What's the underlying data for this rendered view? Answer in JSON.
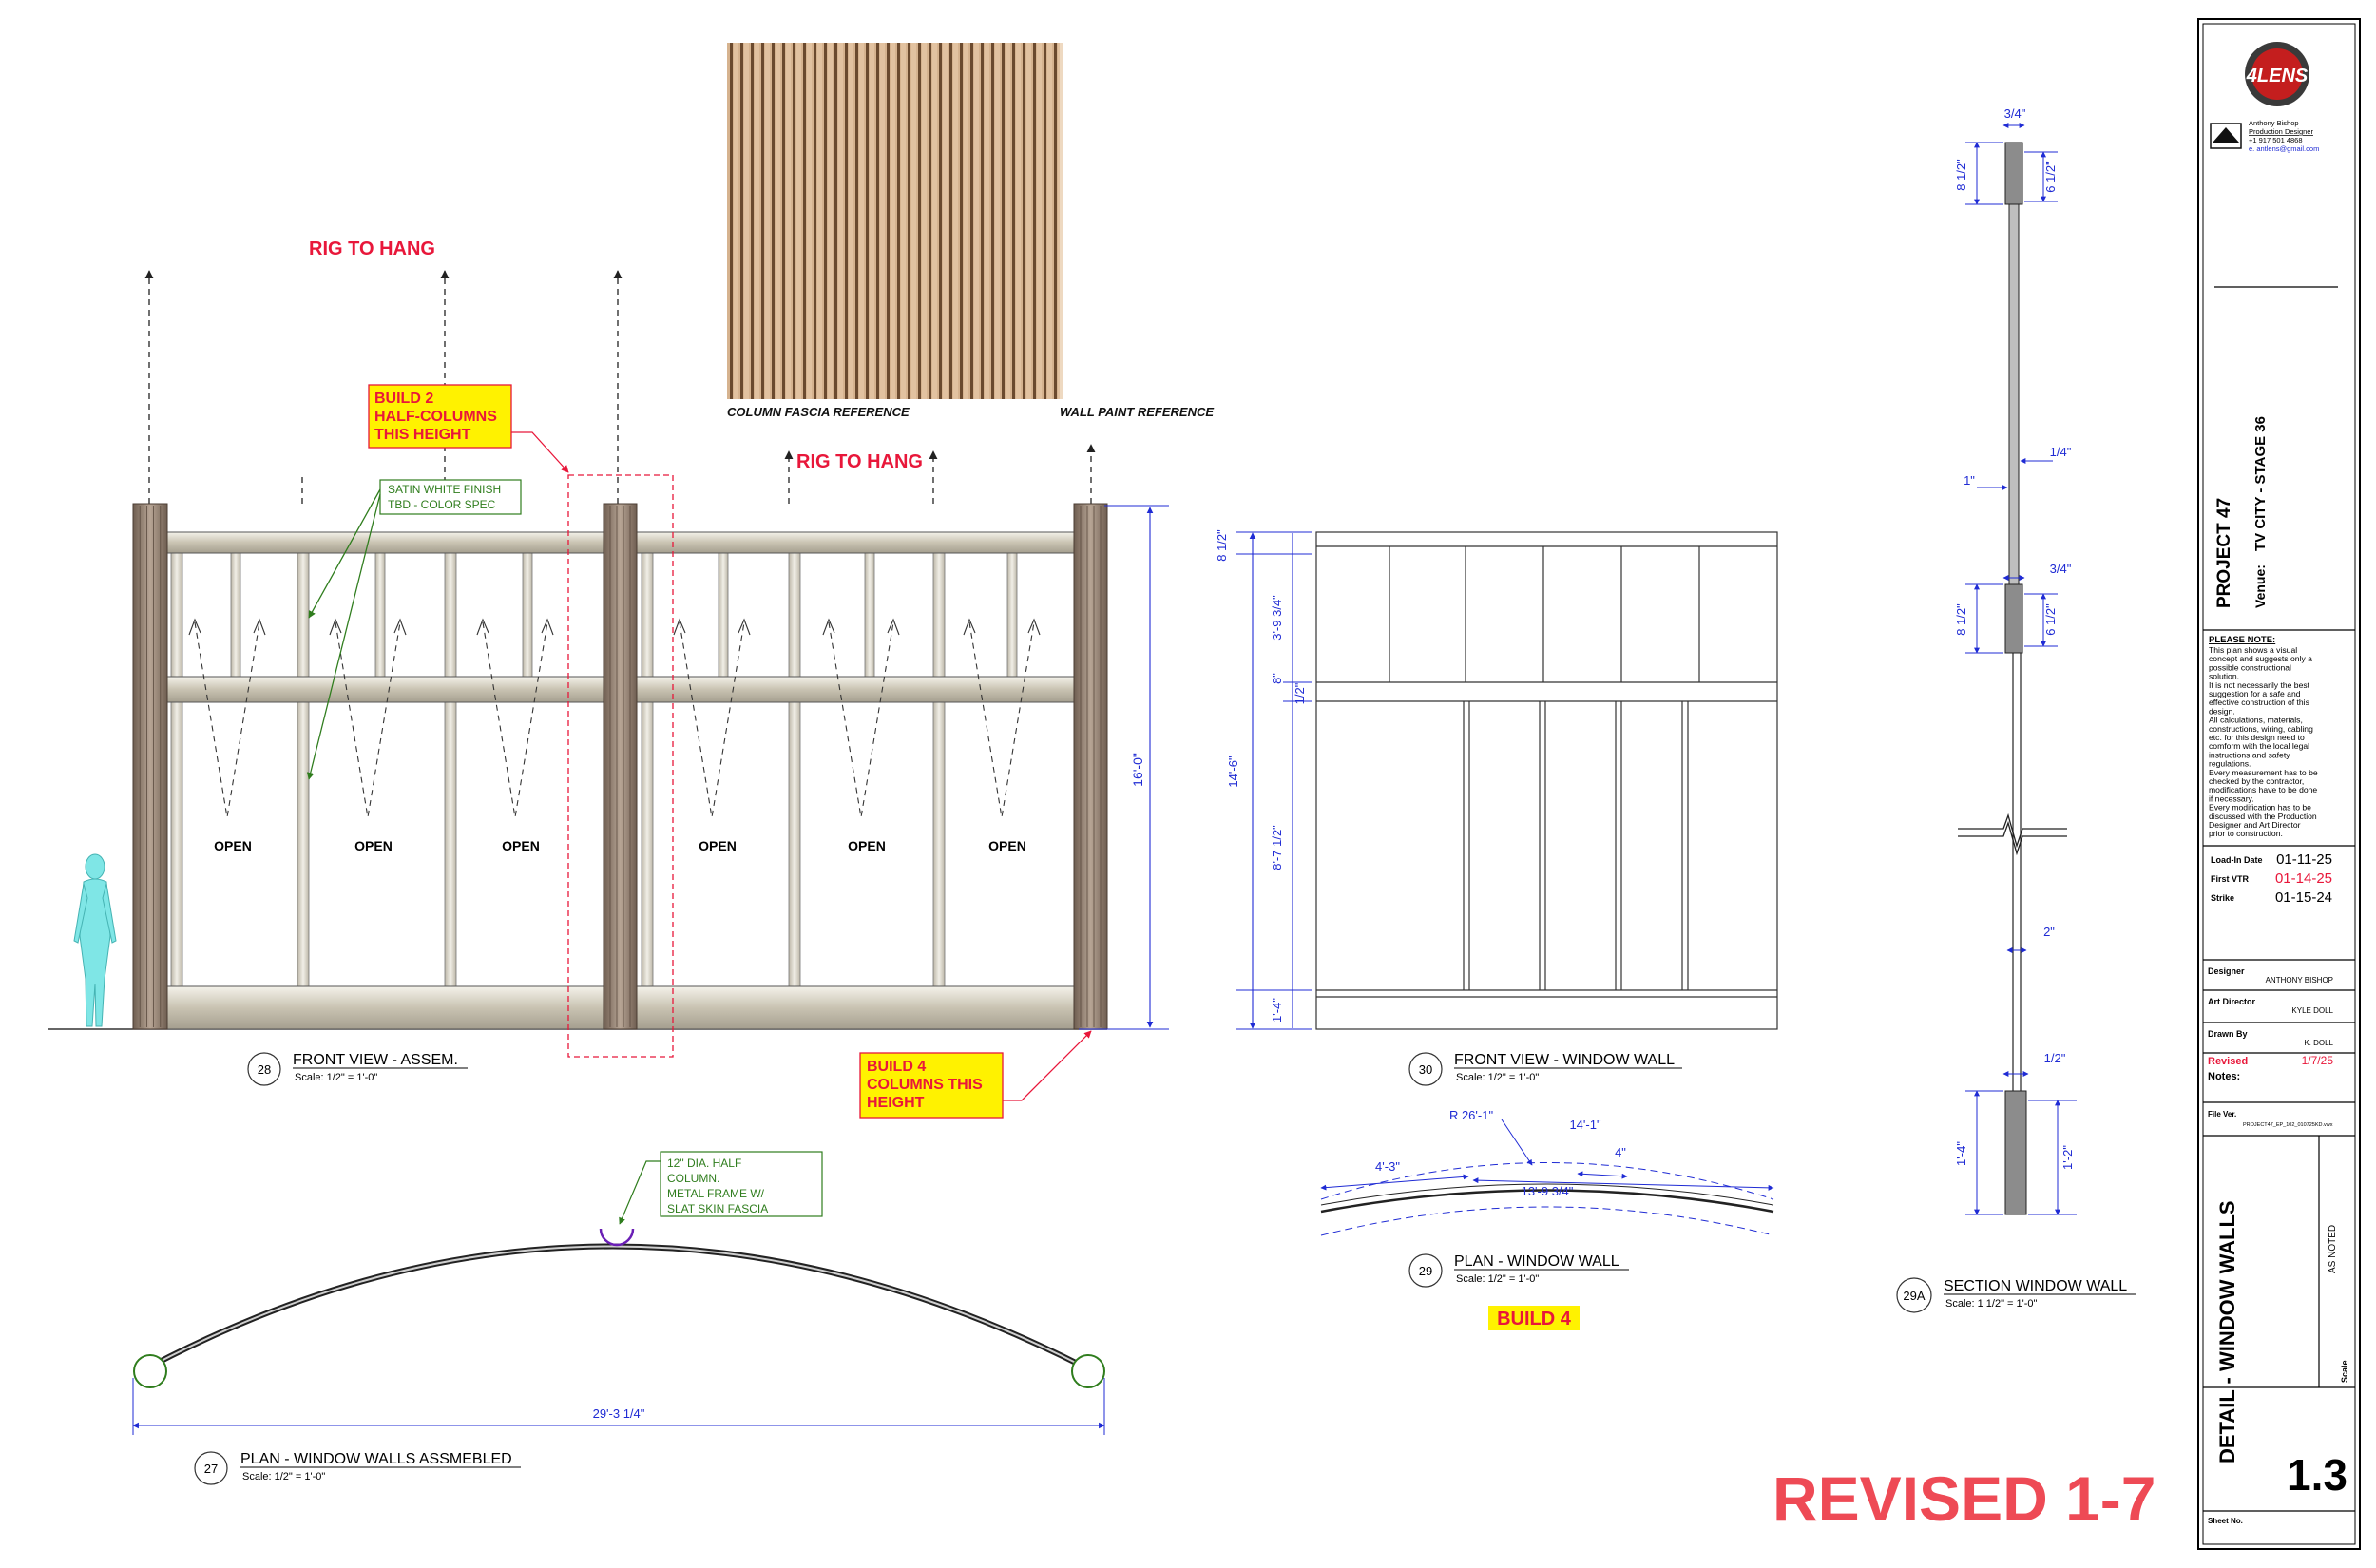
{
  "colors": {
    "accent_red": "#e8173a",
    "revised_red": "#ee4a55",
    "dim_blue": "#1f2bd4",
    "note_green": "#2f7d1d",
    "callout_yellow": "#fff200",
    "column_brown": "#8a7766",
    "figure_cyan": "#7fe6e6"
  },
  "labels": {
    "rig_to_hang_1": "RIG TO HANG",
    "rig_to_hang_2": "RIG TO HANG",
    "build2_l1": "BUILD 2",
    "build2_l2": "HALF-COLUMNS",
    "build2_l3": "THIS HEIGHT",
    "build4_l1": "BUILD 4",
    "build4_l2": "COLUMNS THIS",
    "build4_l3": "HEIGHT",
    "satin_l1": "SATIN WHITE FINISH",
    "satin_l2": "TBD - COLOR SPEC",
    "half_col_l1": "12\" DIA. HALF",
    "half_col_l2": "COLUMN.",
    "half_col_l3": "METAL FRAME W/",
    "half_col_l4": "SLAT SKIN FASCIA",
    "column_fascia_ref": "COLUMN FASCIA REFERENCE",
    "wall_paint_ref": "WALL PAINT REFERENCE",
    "open": "OPEN",
    "build_4": "BUILD 4",
    "revised_big": "REVISED 1-7"
  },
  "views": {
    "v28": {
      "num": "28",
      "title": "FRONT VIEW - ASSEM.",
      "scale": "Scale: 1/2\" = 1'-0\""
    },
    "v30": {
      "num": "30",
      "title": "FRONT VIEW - WINDOW WALL",
      "scale": "Scale: 1/2\" = 1'-0\""
    },
    "v29": {
      "num": "29",
      "title": "PLAN - WINDOW WALL",
      "scale": "Scale: 1/2\" = 1'-0\""
    },
    "v29a": {
      "num": "29A",
      "title": "SECTION WINDOW WALL",
      "scale": "Scale: 1 1/2\" = 1'-0\""
    },
    "v27": {
      "num": "27",
      "title": "PLAN - WINDOW WALLS ASSMEBLED",
      "scale": "Scale: 1/2\" = 1'-0\""
    }
  },
  "dims": {
    "d16_0": "16'-0\"",
    "d14_6": "14'-6\"",
    "d8_half": "8 1/2\"",
    "d3_9_3_4": "3'-9 3/4\"",
    "d8_mid": "8\"",
    "d1_2": "1/2\"",
    "d8_7_half": "8'-7 1/2\"",
    "d1_4": "1'-4\"",
    "r26_1": "R 26'-1\"",
    "d14_1": "14'-1\"",
    "d4_3": "4'-3\"",
    "d4in": "4\"",
    "d13_9_3_4": "13'-9 3/4\"",
    "d29_3_1_4": "29'-3 1/4\"",
    "s_3_4_top": "3/4\"",
    "s_8_half_top": "8 1/2\"",
    "s_6_half_top": "6 1/2\"",
    "s_1_4": "1/4\"",
    "s_1in": "1\"",
    "s_3_4_mid": "3/4\"",
    "s_8_half_mid": "8 1/2\"",
    "s_6_half_mid": "6 1/2\"",
    "s_2in": "2\"",
    "s_1_2": "1/2\"",
    "s_1_4_ft": "1'-4\"",
    "s_1_2_ft": "1'-2\""
  },
  "title_block": {
    "logo_text": "4LENS",
    "contact_l1": "Anthony Bishop",
    "contact_l2": "Production Designer",
    "contact_l3": "+1 917 501 4868",
    "contact_l4": "e. antlens@gmail.com",
    "project": "PROJECT 47",
    "venue_label": "Venue:",
    "venue": "TV CITY - STAGE 36",
    "note_title": "PLEASE NOTE:",
    "note_lines": [
      "This plan shows a visual",
      "concept and suggests only a",
      "possible constructional",
      "solution.",
      "It is not necessarily the best",
      "suggestion for a safe and",
      "effective construction of this",
      "design.",
      "All calculations, materials,",
      "constructions, wiring, cabling",
      "etc. for this design need to",
      "comform with the local legal",
      "instructions and safety",
      "regulations.",
      "Every measurement has to be",
      "checked by the contractor,",
      "modifications have to be done",
      "if necessary.",
      "Every modification has to be",
      "discussed with the Production",
      "Designer and Art Director",
      "prior to construction."
    ],
    "load_in_label": "Load-In Date",
    "load_in": "01-11-25",
    "first_vtr_label": "First VTR",
    "first_vtr": "01-14-25",
    "strike_label": "Strike",
    "strike": "01-15-24",
    "designer_label": "Designer",
    "designer": "ANTHONY BISHOP",
    "art_director_label": "Art Director",
    "art_director": "KYLE DOLL",
    "drawn_by_label": "Drawn By",
    "drawn_by": "K. DOLL",
    "revised_label": "Revised",
    "revised": "1/7/25",
    "notes_label": "Notes:",
    "file_ver_label": "File Ver.",
    "file_ver": "PROJECT47_EP_102_010725KD.vwx",
    "sheet_title": "DETAIL - WINDOW WALLS",
    "scale_label": "Scale",
    "scale_value": "AS NOTED",
    "sheet_number": "1.3",
    "sheet_no_label": "Sheet No."
  }
}
